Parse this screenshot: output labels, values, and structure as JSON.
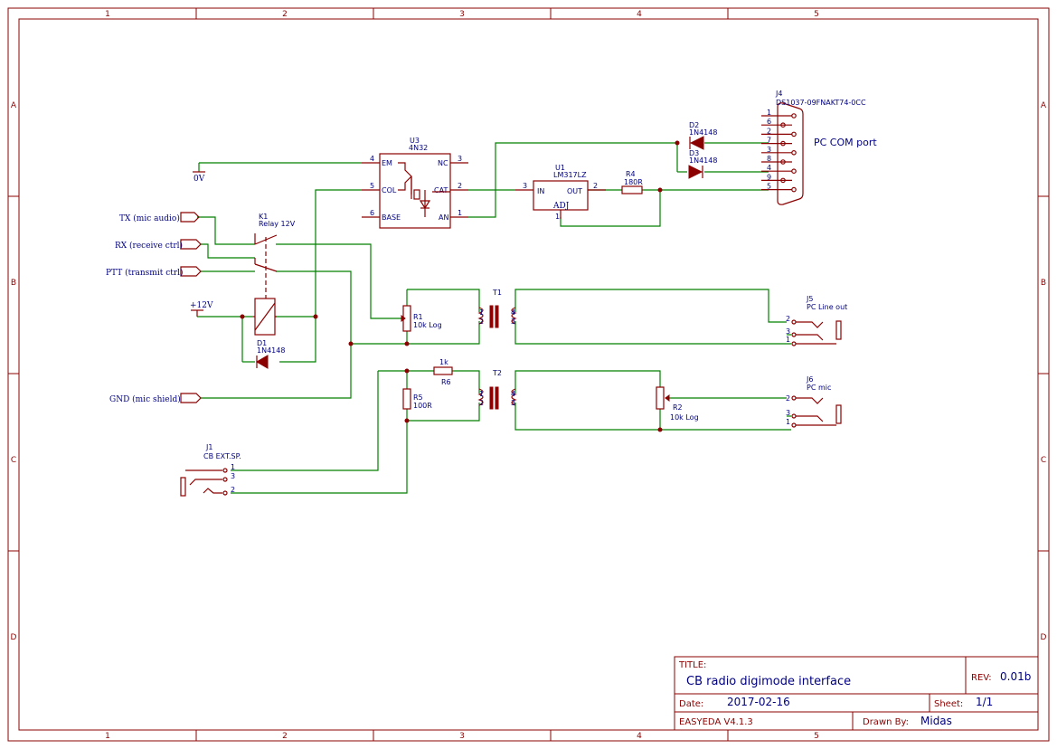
{
  "sheet": {
    "columns": [
      "1",
      "2",
      "3",
      "4",
      "5"
    ],
    "rows": [
      "A",
      "B",
      "C",
      "D"
    ]
  },
  "components": {
    "U3": {
      "ref": "U3",
      "value": "4N32",
      "pins": {
        "EM": "EM",
        "COL": "COL",
        "BASE": "BASE",
        "NC": "NC",
        "CAT": "CAT",
        "AN": "AN"
      },
      "nums": {
        "EM": "4",
        "COL": "5",
        "BASE": "6",
        "NC": "3",
        "CAT": "2",
        "AN": "1"
      }
    },
    "U1": {
      "ref": "U1",
      "value": "LM317LZ",
      "in": "IN",
      "out": "OUT",
      "adj": "ADJ",
      "in_num": "3",
      "out_num": "2",
      "adj_num": "1"
    },
    "R4": {
      "ref": "R4",
      "value": "180R"
    },
    "D2": {
      "ref": "D2",
      "value": "1N4148"
    },
    "D3": {
      "ref": "D3",
      "value": "1N4148"
    },
    "J4": {
      "ref": "J4",
      "value": "DS1037-09FNAKT74-0CC",
      "pins": [
        "1",
        "6",
        "2",
        "7",
        "3",
        "8",
        "4",
        "9",
        "5"
      ],
      "caption": "PC COM port"
    },
    "K1": {
      "ref": "K1",
      "value": "Relay 12V"
    },
    "D1": {
      "ref": "D1",
      "value": "1N4148"
    },
    "R1": {
      "ref": "R1",
      "value": "10k Log"
    },
    "T1": {
      "ref": "T1",
      "p1": "1",
      "p2": "2",
      "p3": "3",
      "p4": "4"
    },
    "T2": {
      "ref": "T2",
      "p1": "1",
      "p2": "2",
      "p3": "3",
      "p4": "4"
    },
    "J5": {
      "ref": "J5",
      "value": "PC Line out",
      "p2": "2",
      "p3": "3",
      "p1": "1"
    },
    "J6": {
      "ref": "J6",
      "value": "PC mic",
      "p2": "2",
      "p3": "3",
      "p1": "1"
    },
    "R6": {
      "ref": "R6",
      "value": "1k"
    },
    "R5": {
      "ref": "R5",
      "value": "100R"
    },
    "R2": {
      "ref": "R2",
      "value": "10k Log"
    },
    "J1": {
      "ref": "J1",
      "value": "CB EXT.SP.",
      "p1": "1",
      "p3": "3",
      "p2": "2"
    }
  },
  "nets": {
    "zero_v": "0V",
    "plus12": "+12V",
    "tx": "TX (mic audio)",
    "rx": "RX (receive ctrl)",
    "ptt": "PTT (transmit ctrl)",
    "gnd": "GND (mic shield)"
  },
  "title_block": {
    "title_label": "TITLE:",
    "title": "CB radio digimode interface",
    "rev_label": "REV:",
    "rev": "0.01b",
    "date_label": "Date:",
    "date": "2017-02-16",
    "sheet_label": "Sheet:",
    "sheet": "1/1",
    "tool": "EASYEDA V4.1.3",
    "drawn_label": "Drawn By:",
    "drawn_by": "Midas"
  }
}
